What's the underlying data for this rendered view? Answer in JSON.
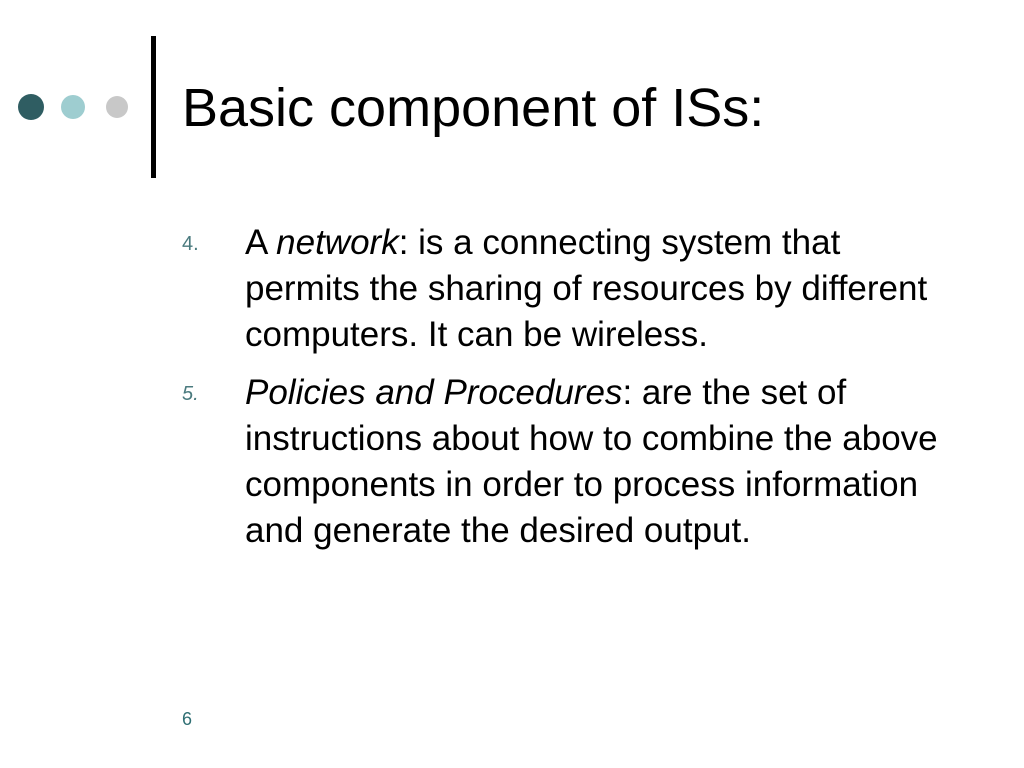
{
  "theme": {
    "dot_colors": [
      "#2f5d62",
      "#9ecdd0",
      "#c8c8c8"
    ],
    "number_color": "#4a7a7e",
    "page_number_color": "#2f6f73"
  },
  "slide": {
    "title": "Basic component of ISs:",
    "items": [
      {
        "number": "4.",
        "prefix": "A ",
        "term": "network",
        "text": ": is a connecting system that permits the sharing of resources by different computers. It can be wireless."
      },
      {
        "number": "5.",
        "prefix": "",
        "term": "Policies and Procedures",
        "text": ": are the set of instructions about how to combine the above components in order to process information and generate the desired output."
      }
    ],
    "page_number": "6"
  }
}
